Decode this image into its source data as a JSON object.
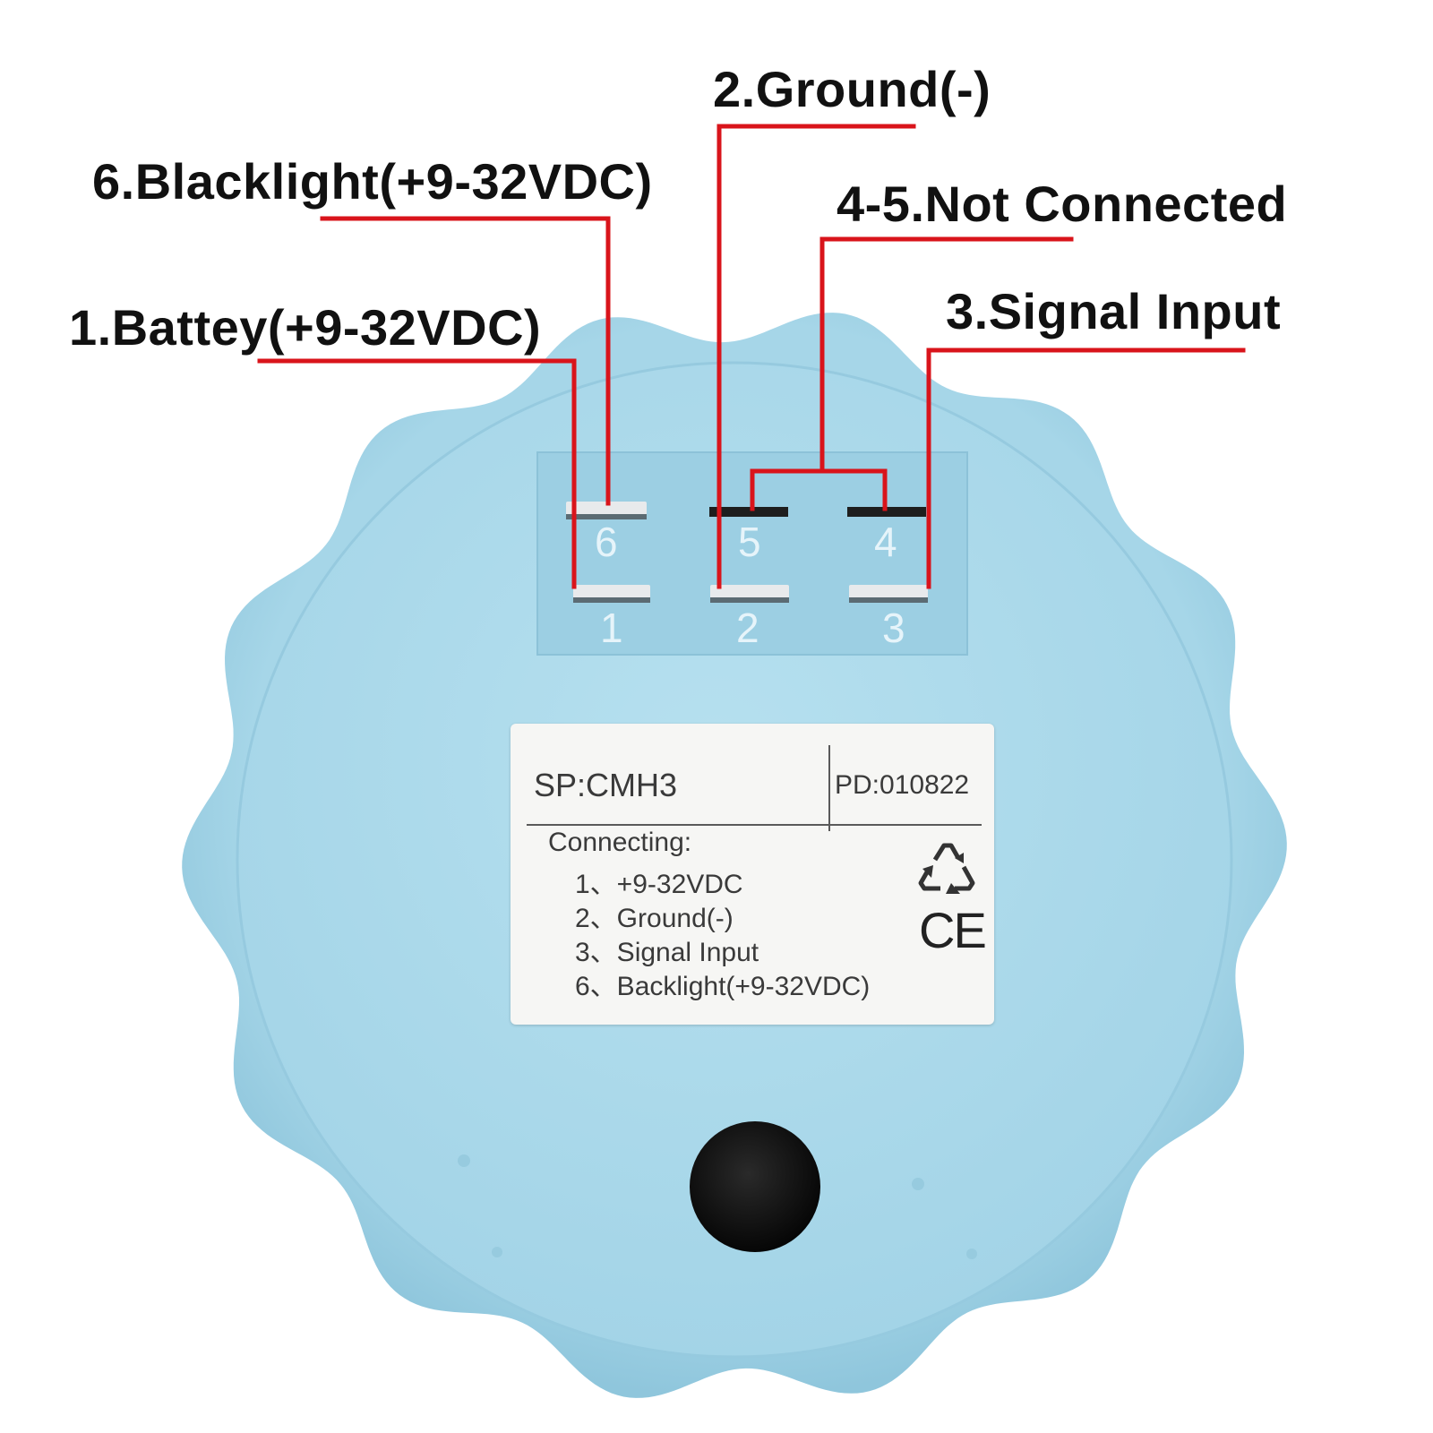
{
  "callouts": {
    "ground": "2.Ground(-)",
    "backlight": "6.Blacklight(+9-32VDC)",
    "not_connected": "4-5.Not Connected",
    "battery": "1.Battey(+9-32VDC)",
    "signal": "3.Signal Input"
  },
  "pins": {
    "top": [
      "6",
      "5",
      "4"
    ],
    "bottom": [
      "1",
      "2",
      "3"
    ]
  },
  "label": {
    "sp": "SP:CMH3",
    "pd": "PD:010822",
    "connecting_title": "Connecting:",
    "items": [
      "1、+9-32VDC",
      "2、Ground(-)",
      "3、Signal Input",
      "6、Backlight(+9-32VDC)"
    ],
    "cert_mark": "CE"
  },
  "icons": [
    "recycle-icon",
    "ce-mark"
  ],
  "colors": {
    "body": "#a9d9ea",
    "wire": "#d9141b",
    "label_bg": "#f6f6f4"
  }
}
